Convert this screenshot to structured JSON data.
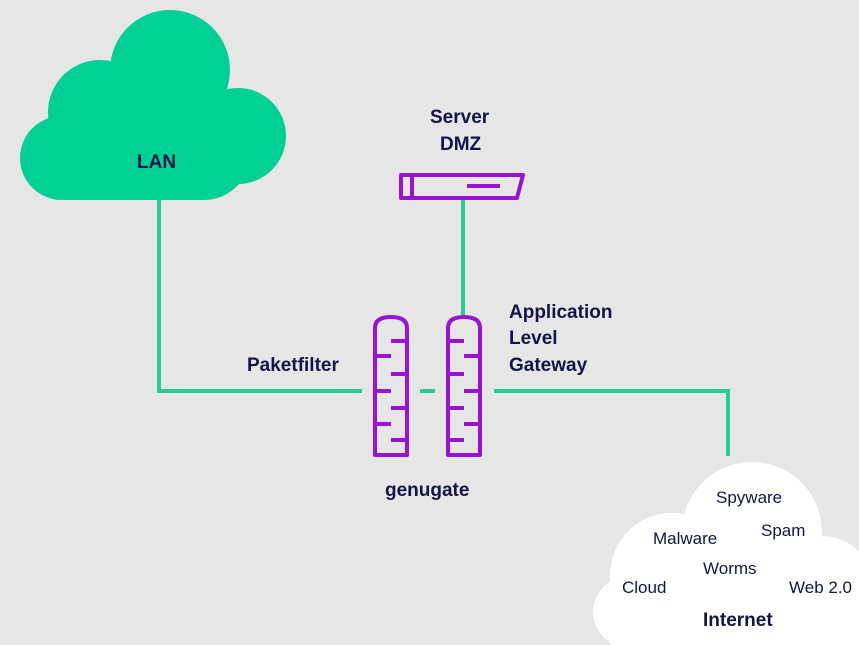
{
  "colors": {
    "background": "#e6e6e6",
    "lan_cloud": "#00d093",
    "connector_line": "#1fcf95",
    "device_outline": "#9a12d6",
    "internet_cloud": "#ffffff",
    "text": "#13144a"
  },
  "lan": {
    "label": "LAN"
  },
  "dmz_server": {
    "label_line1": "Server",
    "label_line2": "DMZ"
  },
  "packet_filter": {
    "label": "Paketfilter"
  },
  "app_gateway": {
    "label_line1": "Application",
    "label_line2": "Level",
    "label_line3": "Gateway"
  },
  "genugate": {
    "label": "genugate"
  },
  "internet": {
    "label": "Internet",
    "threats": {
      "spyware": "Spyware",
      "malware": "Malware",
      "spam": "Spam",
      "worms": "Worms",
      "cloud": "Cloud",
      "web20": "Web 2.0"
    }
  }
}
